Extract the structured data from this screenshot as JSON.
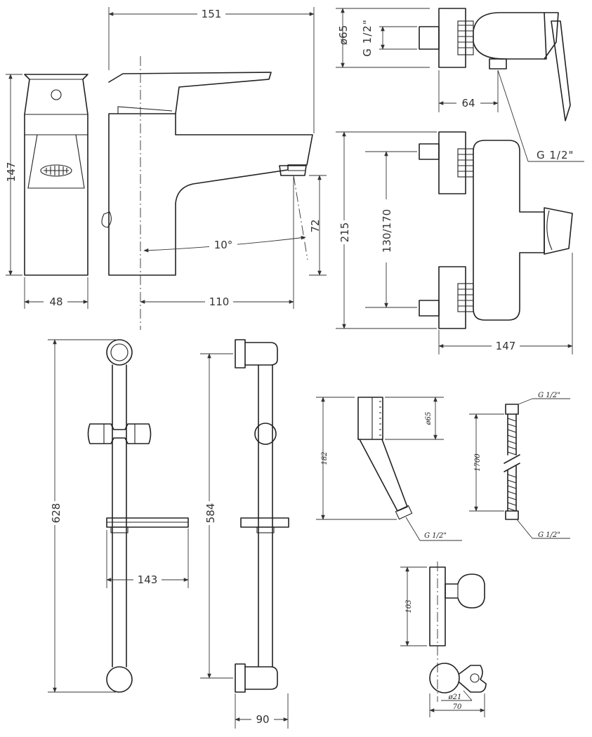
{
  "basin_mixer": {
    "front_height": "147",
    "front_width": "48",
    "total_length": "151",
    "spout_reach": "110",
    "spout_height": "72",
    "angle": "10°"
  },
  "shower_mixer": {
    "inlet_diameter": "ø65",
    "thread_left": "G 1/2\"",
    "thread_right": "G 1/2\"",
    "depth": "64",
    "height": "215",
    "centers": "130/170",
    "width": "147"
  },
  "slide_rail": {
    "length": "628",
    "holder_reach": "143",
    "mount_span": "584",
    "wall_offset": "90"
  },
  "hand_shower": {
    "length": "182",
    "head_diameter": "ø65",
    "thread": "G 1/2\""
  },
  "hose": {
    "length": "1700",
    "thread_top": "G 1/2\"",
    "thread_bottom": "G 1/2\""
  },
  "wall_bracket": {
    "height": "103",
    "diameter": "ø21",
    "width": "70"
  }
}
